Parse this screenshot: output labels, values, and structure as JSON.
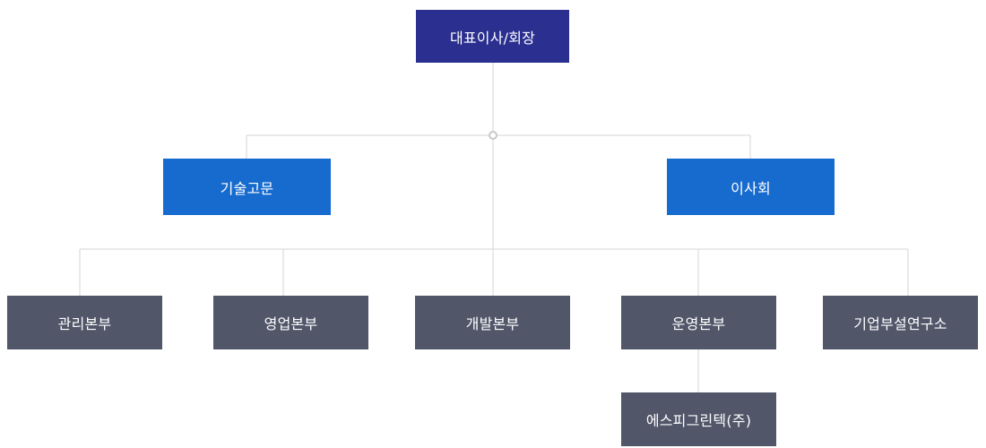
{
  "colors": {
    "executive": "#2b2f8f",
    "advisory": "#176bcf",
    "division": "#515669",
    "connector": "#d6d6d6",
    "text": "#ffffff"
  },
  "chart": {
    "nodes": {
      "ceo": "대표이사/회장",
      "tech_advisor": "기술고문",
      "board": "이사회",
      "admin": "관리본부",
      "sales": "영업본부",
      "dev": "개발본부",
      "ops": "운영본부",
      "rnd": "기업부설연구소",
      "subsidiary": "에스피그린텍(주)"
    }
  }
}
